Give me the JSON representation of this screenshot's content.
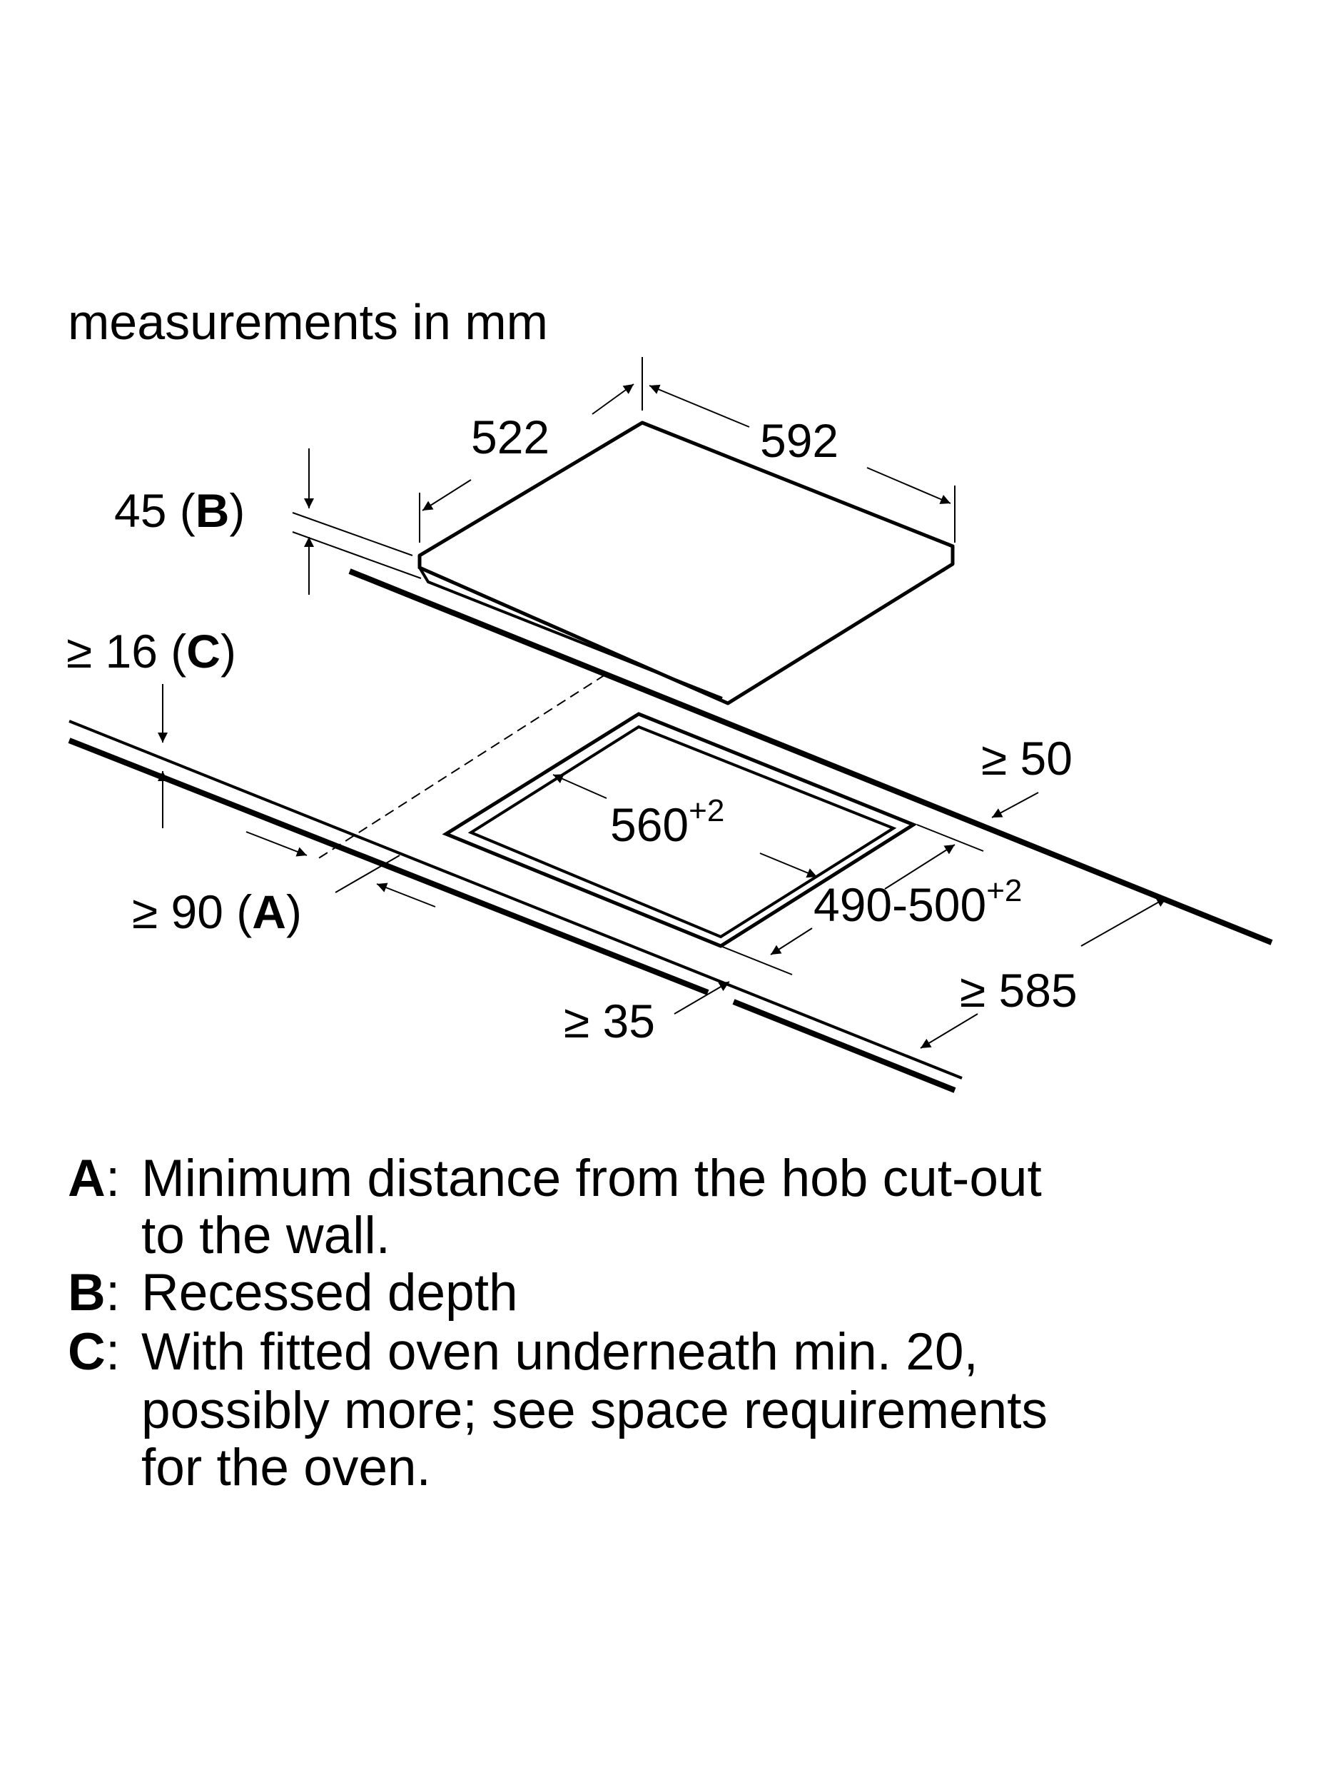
{
  "title": "measurements in mm",
  "dimensions": {
    "hob_depth": "522",
    "hob_width": "592",
    "recess_value": "45 (",
    "recess_letter": "B",
    "recess_close": ")",
    "worktop_value": "≥ 16 (",
    "worktop_letter": "C",
    "worktop_close": ")",
    "wall_value": "≥ 90 (",
    "wall_letter": "A",
    "wall_close": ")",
    "cutout_width": "560",
    "cutout_width_tol": "+2",
    "cutout_depth": "490-500",
    "cutout_depth_tol": "+2",
    "side_clearance": "≥ 50",
    "front_clearance": "≥ 35",
    "worktop_depth": "≥ 585"
  },
  "legend": [
    {
      "letter": "A",
      "lines": [
        "Minimum distance from the hob cut-out",
        "to the wall."
      ]
    },
    {
      "letter": "B",
      "lines": [
        "Recessed depth"
      ]
    },
    {
      "letter": "C",
      "lines": [
        "With fitted oven underneath min. 20,",
        "possibly more; see space requirements",
        "for the oven."
      ]
    }
  ]
}
